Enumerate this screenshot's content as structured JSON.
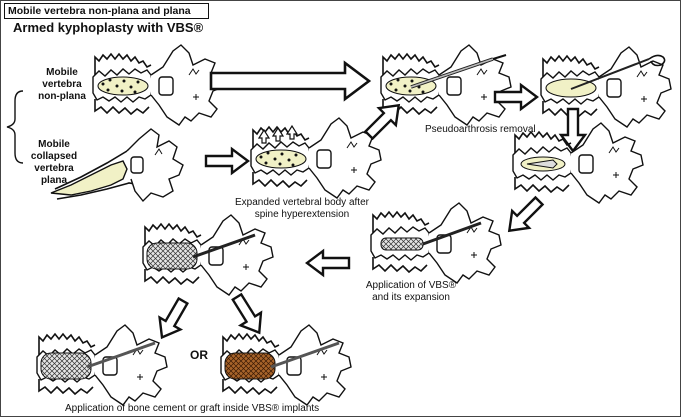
{
  "header": {
    "box_title": "Mobile vertebra non-plana and plana",
    "subtitle": "Armed kyphoplasty with VBS®"
  },
  "left_labels": {
    "non_plana": [
      "Mobile",
      "vertebra",
      "non-plana"
    ],
    "plana": [
      "Mobile",
      "collapsed",
      "vertebra",
      "plana"
    ]
  },
  "captions": {
    "pseudoarthrosis": "Pseudoarthrosis removal",
    "expanded": [
      "Expanded vertebral body after",
      "spine hyperextension"
    ],
    "application_vbs": [
      "Application of VBS®",
      "and its expansion"
    ],
    "or": "OR",
    "bottom": "Application of bone cement or graft inside VBS® implants"
  },
  "colors": {
    "bone_fill": "#ffffff",
    "cavity_fill": "#f1f1c6",
    "cement_fill": "#a8642a",
    "mesh_fill": "#e0e0e0",
    "stroke": "#111111"
  }
}
